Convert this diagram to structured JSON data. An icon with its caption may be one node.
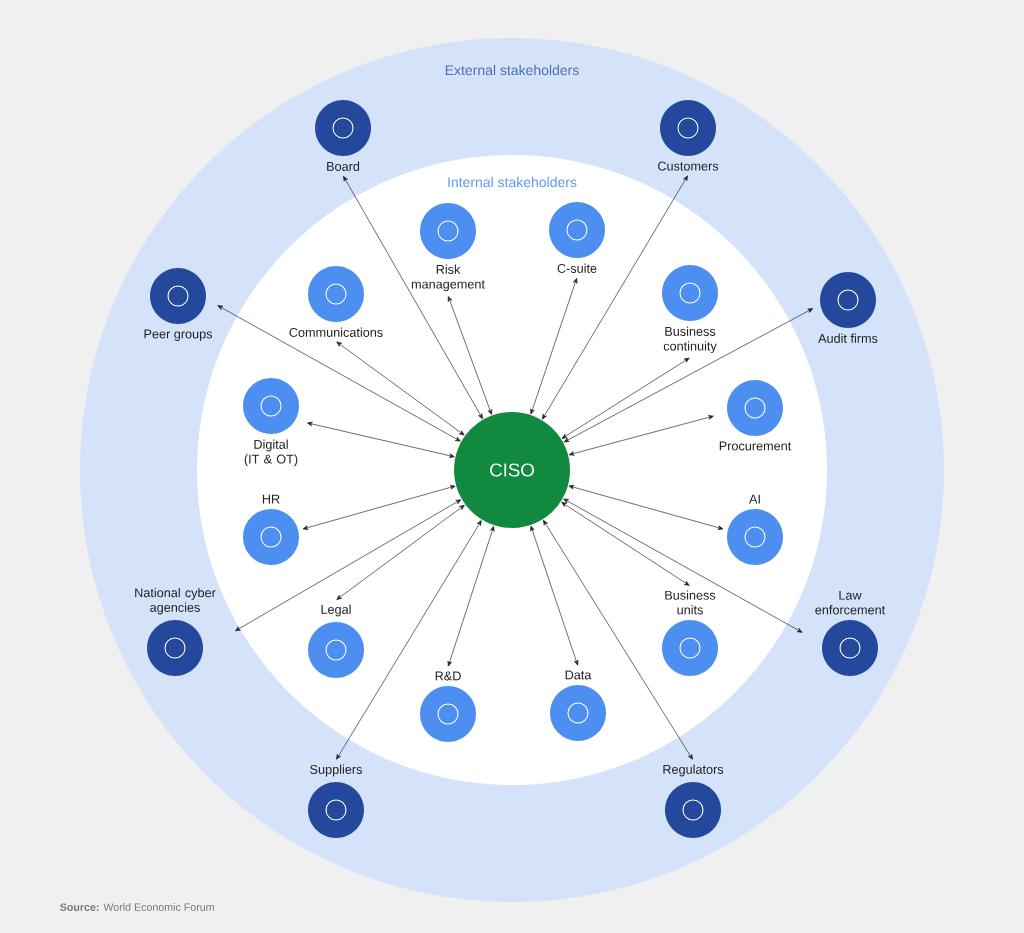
{
  "diagram": {
    "nodes": [
      {
        "text": [
          "External stakeholders"
        ]
      },
      {
        "text": [
          "Internal stakeholders"
        ],
        "in": 0
      },
      {
        "text": [
          "CISO"
        ],
        "in": 1
      },
      {
        "text": [
          "Board"
        ],
        "in": 0
      },
      {
        "text": [
          "Customers"
        ],
        "in": 0
      },
      {
        "text": [
          "Risk management"
        ],
        "in": 1
      },
      {
        "text": [
          "C-suite"
        ],
        "in": 1
      },
      {
        "text": [
          "Peer groups"
        ],
        "in": 0
      },
      {
        "text": [
          "Communications"
        ],
        "in": 1
      },
      {
        "text": [
          "Business continuity"
        ],
        "in": 1
      },
      {
        "text": [
          "Audit firms"
        ],
        "in": 0
      },
      {
        "text": [
          "Digital (IT & OT)"
        ],
        "in": 1
      },
      {
        "text": [
          "Procurement"
        ],
        "in": 1
      },
      {
        "text": [
          "HR"
        ],
        "in": 1
      },
      {
        "text": [
          "AI"
        ],
        "in": 1
      },
      {
        "text": [
          "National cyber agencies"
        ],
        "in": 0
      },
      {
        "text": [
          "Legal"
        ],
        "in": 1
      },
      {
        "text": [
          "Business units"
        ],
        "in": 1
      },
      {
        "text": [
          "Law enforcement"
        ],
        "in": 0
      },
      {
        "text": [
          "R&D"
        ],
        "in": 1
      },
      {
        "text": [
          "Data"
        ],
        "in": 1
      },
      {
        "text": [
          "Suppliers"
        ],
        "in": 0
      },
      {
        "text": [
          "Regulators"
        ],
        "in": 0
      }
    ],
    "edges": [
      {
        "from": 2,
        "to": 3,
        "arrow": "both"
      },
      {
        "from": 2,
        "to": 4,
        "arrow": "both"
      },
      {
        "from": 2,
        "to": 5,
        "arrow": "both"
      },
      {
        "from": 2,
        "to": 6,
        "arrow": "both"
      },
      {
        "from": 2,
        "to": 7,
        "arrow": "both"
      },
      {
        "from": 2,
        "to": 8,
        "arrow": "both"
      },
      {
        "from": 2,
        "to": 9,
        "arrow": "both"
      },
      {
        "from": 2,
        "to": 10,
        "arrow": "both"
      },
      {
        "from": 2,
        "to": 11,
        "arrow": "both"
      },
      {
        "from": 2,
        "to": 12,
        "arrow": "both"
      },
      {
        "from": 2,
        "to": 13,
        "arrow": "both"
      },
      {
        "from": 2,
        "to": 14,
        "arrow": "both"
      },
      {
        "from": 2,
        "to": 15,
        "arrow": "both"
      },
      {
        "from": 2,
        "to": 16,
        "arrow": "both"
      },
      {
        "from": 2,
        "to": 17,
        "arrow": "both"
      },
      {
        "from": 2,
        "to": 18,
        "arrow": "both"
      },
      {
        "from": 2,
        "to": 19,
        "arrow": "both"
      },
      {
        "from": 2,
        "to": 20,
        "arrow": "both"
      },
      {
        "from": 2,
        "to": 21,
        "arrow": "both"
      },
      {
        "from": 2,
        "to": 22,
        "arrow": "both"
      }
    ],
    "labels": [
      "**Source:** World Economic Forum"
    ]
  }
}
